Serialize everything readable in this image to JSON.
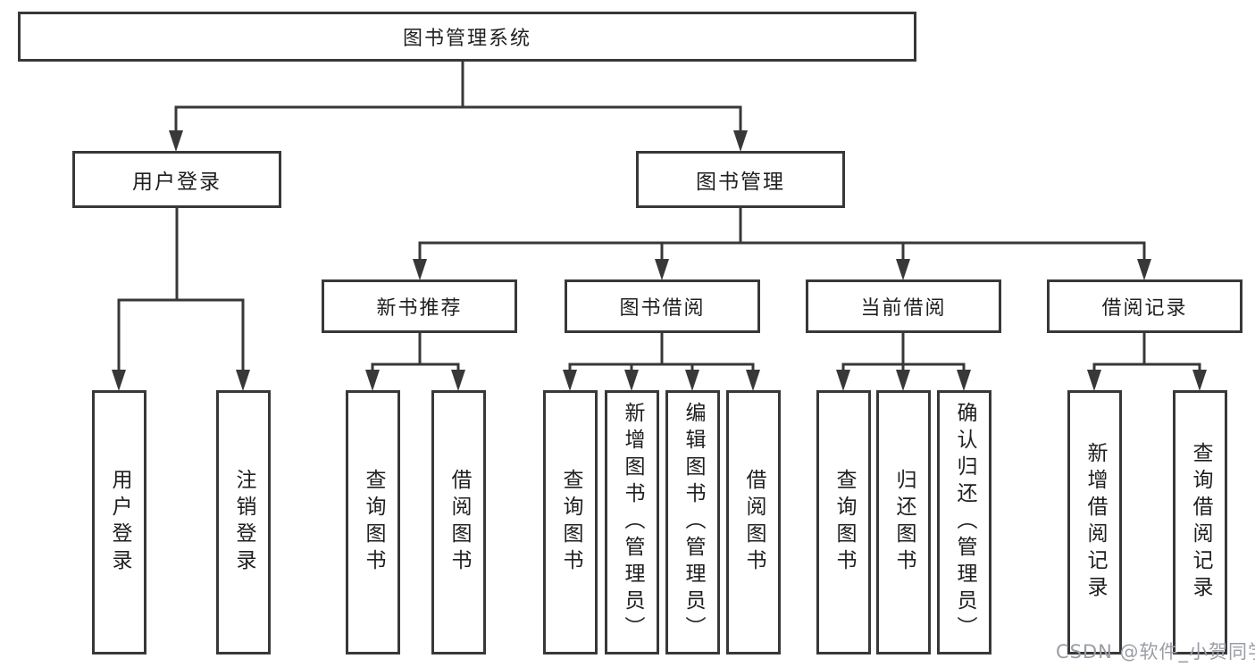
{
  "tree": {
    "label": "图书管理系统",
    "children": [
      {
        "label": "用户登录",
        "children": [
          {
            "label": "用户登录"
          },
          {
            "label": "注销登录"
          }
        ]
      },
      {
        "label": "图书管理",
        "children": [
          {
            "label": "新书推荐",
            "children": [
              {
                "label": "查询图书"
              },
              {
                "label": "借阅图书"
              }
            ]
          },
          {
            "label": "图书借阅",
            "children": [
              {
                "label": "查询图书"
              },
              {
                "label": "新增图书（管理员）"
              },
              {
                "label": "编辑图书（管理员）"
              },
              {
                "label": "借阅图书"
              }
            ]
          },
          {
            "label": "当前借阅",
            "children": [
              {
                "label": "查询图书"
              },
              {
                "label": "归还图书"
              },
              {
                "label": "确认归还（管理员）"
              }
            ]
          },
          {
            "label": "借阅记录",
            "children": [
              {
                "label": "新增借阅记录"
              },
              {
                "label": "查询借阅记录"
              }
            ]
          }
        ]
      }
    ]
  },
  "watermark": {
    "text": "CSDN @软件_小贺同学",
    "color": "#9b9da6"
  },
  "style": {
    "line_color": "#383838",
    "text_color": "#1f1f1f",
    "background": "#ffffff"
  }
}
